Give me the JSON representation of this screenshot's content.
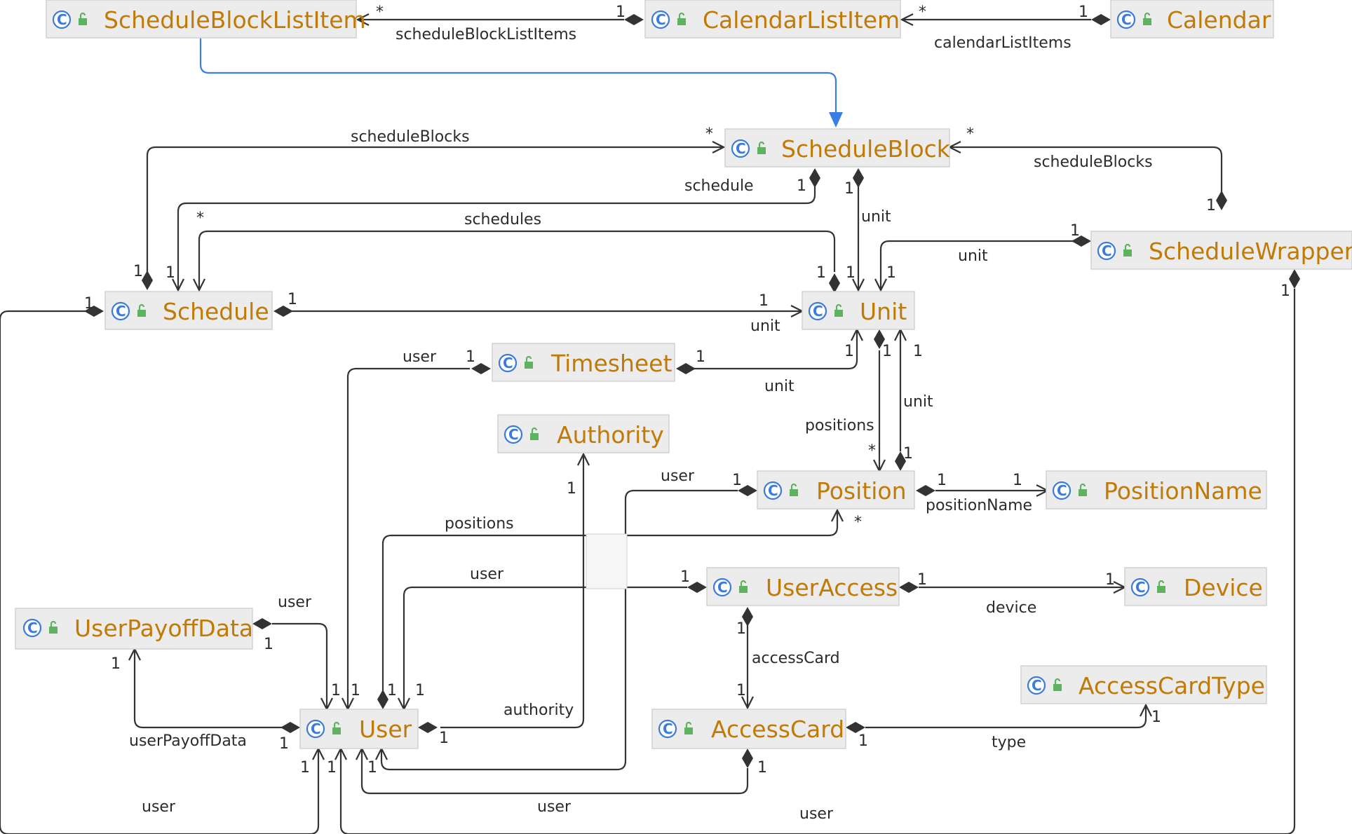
{
  "classes": {
    "ScheduleBlockListItem": "ScheduleBlockListItem",
    "CalendarListItem": "CalendarListItem",
    "Calendar": "Calendar",
    "ScheduleBlock": "ScheduleBlock",
    "ScheduleWrapper": "ScheduleWrapper",
    "Schedule": "Schedule",
    "Unit": "Unit",
    "Timesheet": "Timesheet",
    "Authority": "Authority",
    "Position": "Position",
    "PositionName": "PositionName",
    "UserAccess": "UserAccess",
    "Device": "Device",
    "UserPayoffData": "UserPayoffData",
    "AccessCardType": "AccessCardType",
    "User": "User",
    "AccessCard": "AccessCard"
  },
  "class_icon_glyph": "C",
  "icons": {
    "class": "class-c-icon",
    "visibility": "lock-icon"
  },
  "colors": {
    "class_name": "#c07a05",
    "class_icon": "#3d7bd9",
    "visibility_icon": "#5fb25f",
    "generalization": "#3a7ee4",
    "association": "#333333"
  },
  "labels": {
    "scheduleBlockListItems": "scheduleBlockListItems",
    "calendarListItems": "calendarListItems",
    "scheduleBlocks_left": "scheduleBlocks",
    "scheduleBlocks_right": "scheduleBlocks",
    "schedule": "schedule",
    "schedules": "schedules",
    "unit_sb": "unit",
    "unit_sw": "unit",
    "unit_schedule": "unit",
    "user_timesheet": "user",
    "unit_timesheet": "unit",
    "positions_unit": "positions",
    "unit_position": "unit",
    "user_position": "user",
    "positions_user": "positions",
    "positionName": "positionName",
    "user_useraccess": "user",
    "device": "device",
    "user_payoff": "user",
    "accessCard": "accessCard",
    "authority": "authority",
    "userPayoffData": "userPayoffData",
    "type": "type",
    "user_schedule_bottom": "user",
    "user_accesscard": "user",
    "user_wrapper": "user"
  },
  "multiplicities": {
    "m_sbli_star": "*",
    "m_cli_1_a": "1",
    "m_cli_star": "*",
    "m_cal_1": "1",
    "m_sb_star_left": "*",
    "m_sb_star_right": "*",
    "m_sb_1_schedule": "1",
    "m_sb_1_unit": "1",
    "m_sw_1_sb": "1",
    "m_sched_star": "*",
    "m_sched_1_a": "1",
    "m_sched_1_b": "1",
    "m_sched_1_left": "1",
    "m_sched_1_right": "1",
    "m_unit_1_a": "1",
    "m_unit_1_b": "1",
    "m_unit_1_c": "1",
    "m_unit_1_sched": "1",
    "m_sw_1_unit": "1",
    "m_sw_1_bottom": "1",
    "m_unit_1_ts": "1",
    "m_ts_1_right": "1",
    "m_ts_1_left": "1",
    "m_unit_1_pos_a": "1",
    "m_unit_1_pos_b": "1",
    "m_pos_star": "*",
    "m_pos_1_unit": "1",
    "m_auth_1": "1",
    "m_pos_1_user": "1",
    "m_pos_1_name": "1",
    "m_pname_1": "1",
    "m_pos_star_user": "*",
    "m_ua_1_user": "1",
    "m_ua_1_device": "1",
    "m_device_1": "1",
    "m_ua_1_card": "1",
    "m_card_1_ua": "1",
    "m_upd_1_user": "1",
    "m_upd_1_bottom": "1",
    "m_user_1_a": "1",
    "m_user_1_b": "1",
    "m_user_1_c": "1",
    "m_user_1_d": "1",
    "m_user_1_auth": "1",
    "m_user_1_payoff": "1",
    "m_user_1_e": "1",
    "m_user_1_f": "1",
    "m_user_1_g": "1",
    "m_card_1_bottom": "1",
    "m_card_1_type": "1",
    "m_act_1": "1"
  }
}
